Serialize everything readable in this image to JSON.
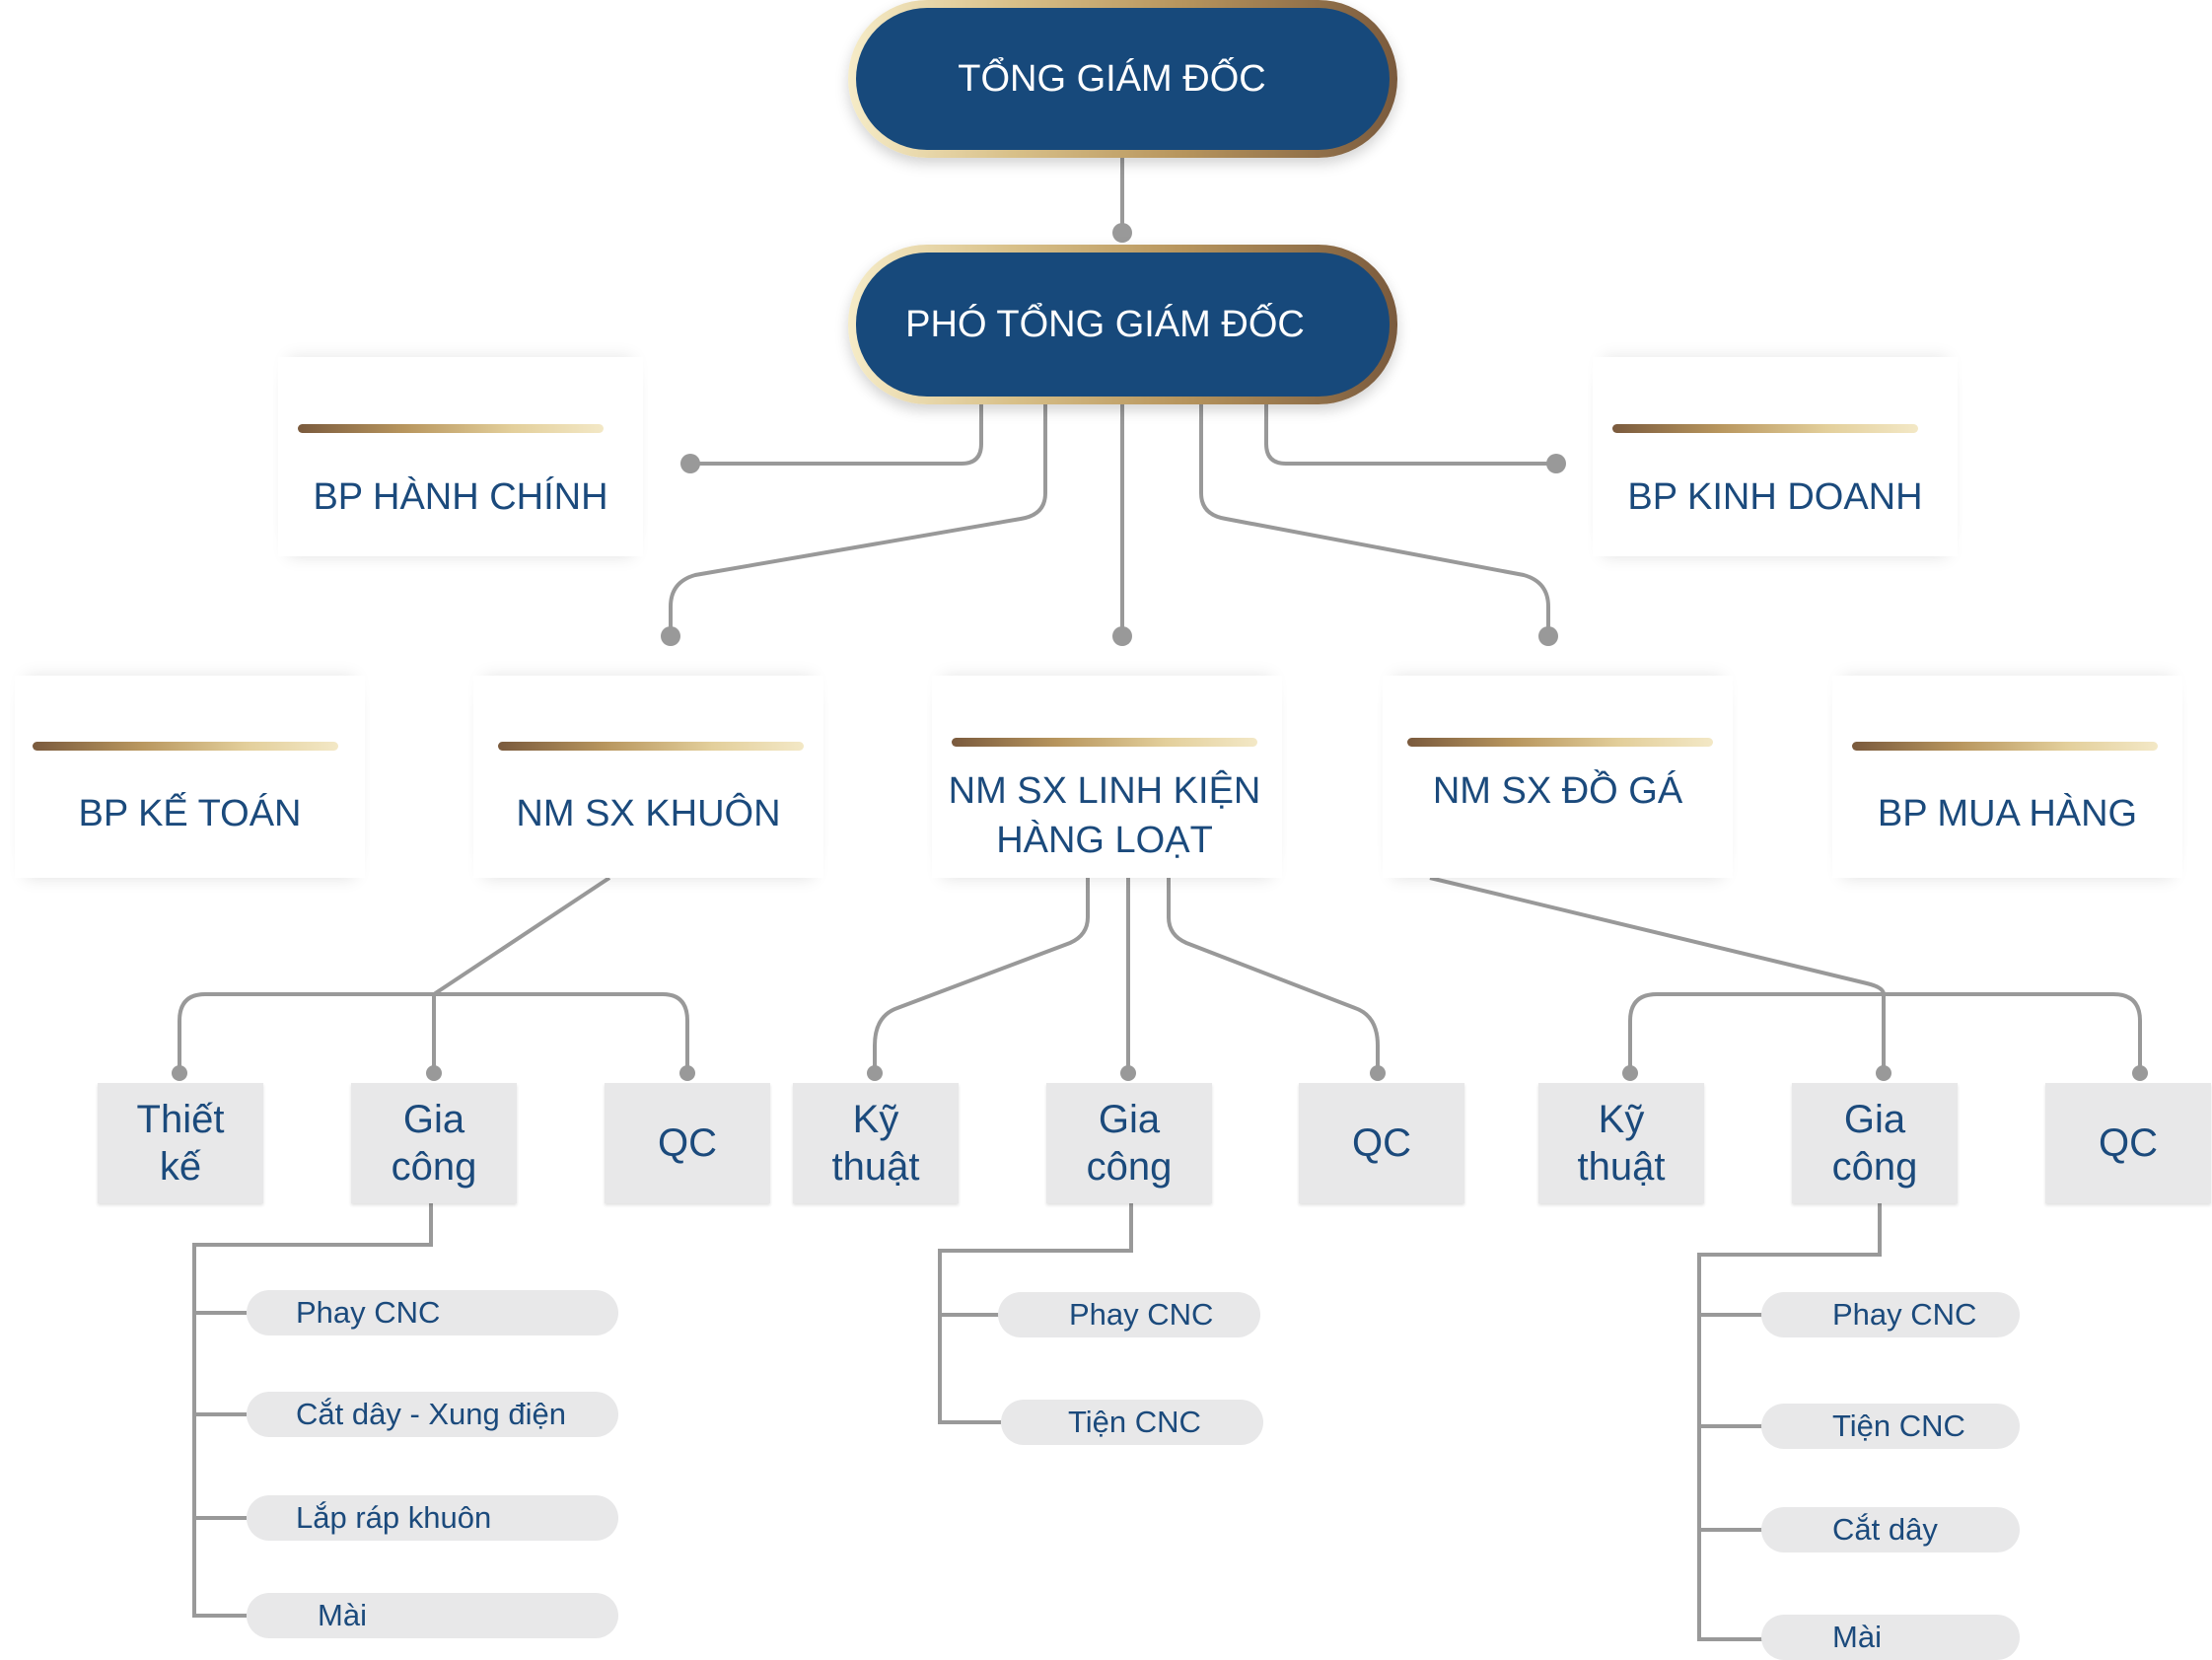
{
  "nodes": {
    "ceo": "TỔNG GIÁM ĐỐC",
    "deputy": "PHÓ TỔNG GIÁM ĐỐC",
    "admin": "BP HÀNH CHÍNH",
    "sales": "BP KINH DOANH",
    "accounting": "BP KẾ TOÁN",
    "mold": "NM SX KHUÔN",
    "parts_line1": "NM SX LINH KIỆN",
    "parts_line2": "HÀNG LOẠT",
    "jig": "NM SX ĐỒ GÁ",
    "purchasing": "BP MUA HÀNG"
  },
  "mold_units": {
    "design": "Thiết kế",
    "machining": "Gia công",
    "qc": "QC",
    "tasks": [
      "Phay CNC",
      "Cắt dây - Xung điện",
      "Lắp ráp khuôn",
      "Mài"
    ]
  },
  "parts_units": {
    "engineering": "Kỹ thuật",
    "machining": "Gia công",
    "qc": "QC",
    "tasks": [
      "Phay CNC",
      "Tiện CNC"
    ]
  },
  "jig_units": {
    "engineering": "Kỹ thuật",
    "machining": "Gia công",
    "qc": "QC",
    "tasks": [
      "Phay CNC",
      "Tiện CNC",
      "Cắt dây",
      "Mài"
    ]
  },
  "colors": {
    "navy": "#17497b",
    "text_blue": "#1b4a7c",
    "connector_gray": "#999999",
    "box_gray": "#e8e8e9",
    "gold_light": "#f3e8c6",
    "gold_dark": "#7a5a3d"
  }
}
